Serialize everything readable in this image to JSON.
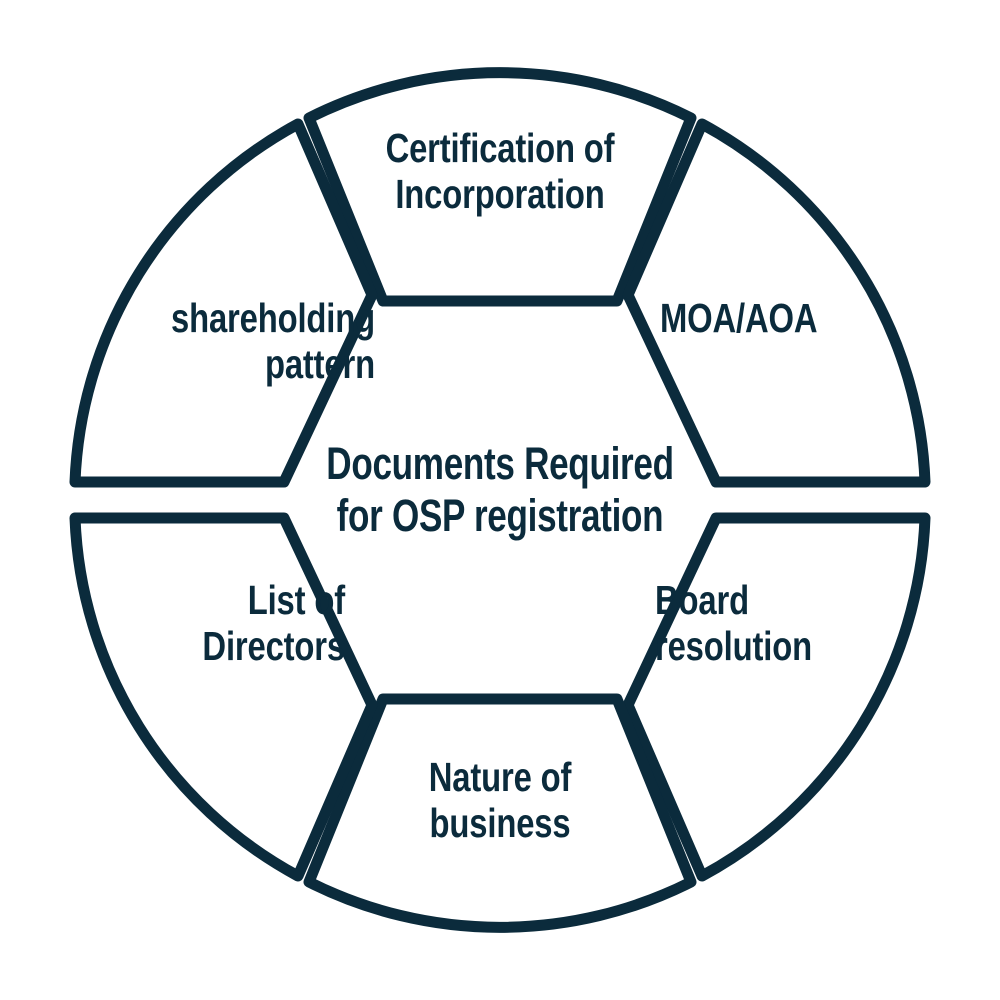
{
  "diagram": {
    "type": "circular-segmented-wheel",
    "title": "Documents Required\nfor OSP registration",
    "accent_color": "#0b2b3c",
    "background_color": "#ffffff",
    "segment_count": 6,
    "segments": [
      {
        "id": "certification",
        "label": "Certification of\nIncorporation",
        "position": "top"
      },
      {
        "id": "moa-aoa",
        "label": "MOA/AOA",
        "position": "upper-right"
      },
      {
        "id": "board-resolution",
        "label": "Board\nresolution",
        "position": "lower-right"
      },
      {
        "id": "nature-of-business",
        "label": "Nature of\nbusiness",
        "position": "bottom"
      },
      {
        "id": "list-of-directors",
        "label": "List of\nDirectors",
        "position": "lower-left"
      },
      {
        "id": "shareholding-pattern",
        "label": "shareholding\npattern",
        "position": "upper-left"
      }
    ]
  }
}
